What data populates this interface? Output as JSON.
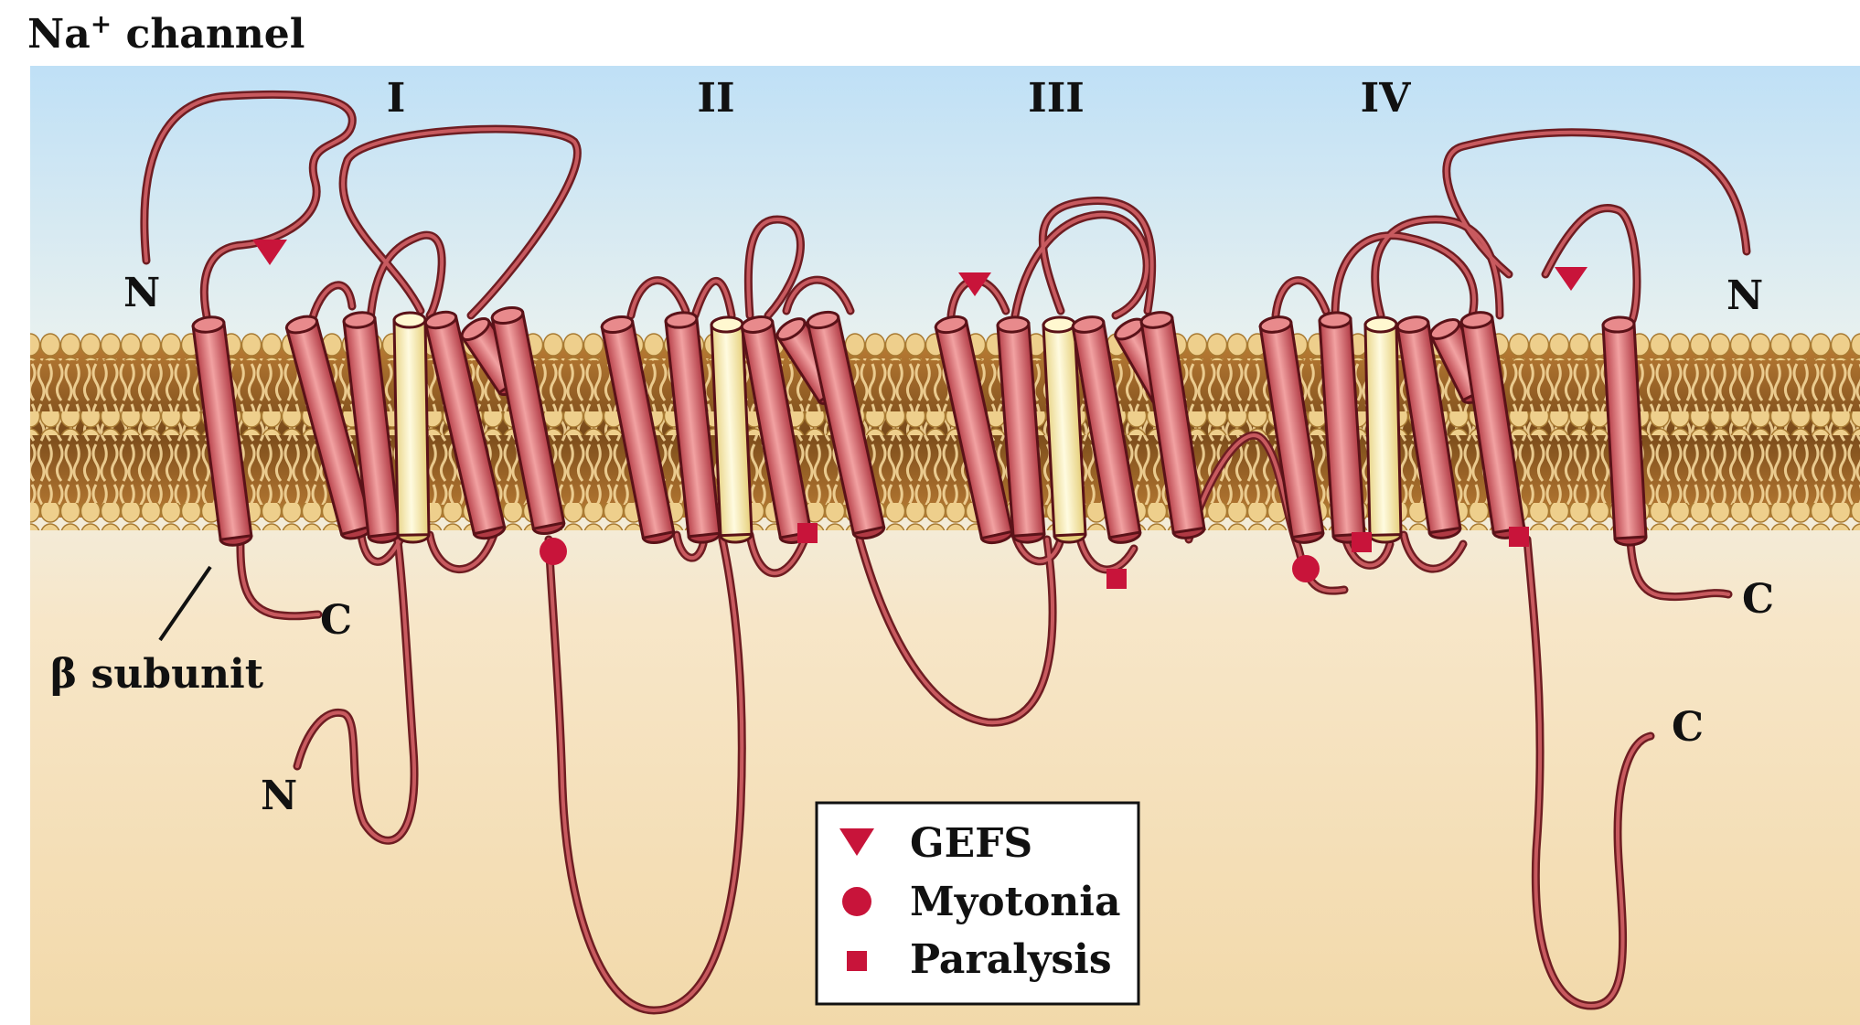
{
  "title": {
    "main": "Na",
    "sup": "+",
    "rest": " channel"
  },
  "domains": [
    "I",
    "II",
    "III",
    "IV"
  ],
  "terminals": {
    "n": "N",
    "c": "C"
  },
  "beta_subunit_label": "β subunit",
  "legend": [
    {
      "shape": "triangle",
      "label": "GEFS"
    },
    {
      "shape": "circle",
      "label": "Myotonia"
    },
    {
      "shape": "square",
      "label": "Paralysis"
    }
  ],
  "colors": {
    "helix": "#d9666b",
    "pore_helix": "#fff4b8",
    "loop": "#a0383e",
    "marker": "#c8143a",
    "membrane": "#c98a3c",
    "extracellular": "#cfe7f7",
    "intracellular": "#f4dfb9"
  }
}
